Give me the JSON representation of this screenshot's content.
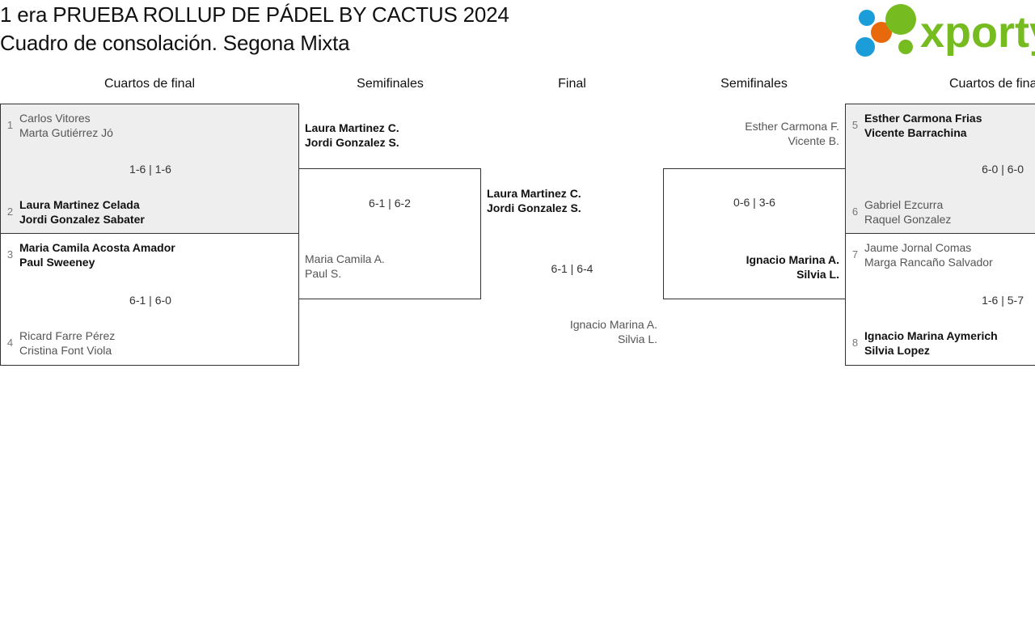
{
  "header": {
    "title_line1": "1 era PRUEBA ROLLUP DE PÁDEL BY CACTUS 2024",
    "title_line2": "Cuadro de consolación. Segona Mixta",
    "logo_text": "xporty",
    "logo_colors": {
      "green": "#76bc21",
      "blue": "#1b9dd9",
      "orange": "#e8690b"
    }
  },
  "round_headers": [
    {
      "label": "Cuartos de final"
    },
    {
      "label": "Semifinales"
    },
    {
      "label": "Final"
    },
    {
      "label": "Semifinales"
    },
    {
      "label": "Cuartos de final"
    }
  ],
  "bracket": {
    "left_quarterfinals": [
      {
        "score": "1-6 | 1-6",
        "top": {
          "seed": "1",
          "p1": "Carlos Vitores",
          "p2": "Marta Gutiérrez Jó",
          "result": "loser"
        },
        "bottom": {
          "seed": "2",
          "p1": "Laura Martinez Celada",
          "p2": "Jordi Gonzalez Sabater",
          "result": "winner"
        }
      },
      {
        "score": "6-1 | 6-0",
        "top": {
          "seed": "3",
          "p1": "Maria Camila Acosta Amador",
          "p2": "Paul Sweeney",
          "result": "winner"
        },
        "bottom": {
          "seed": "4",
          "p1": "Ricard Farre Pérez",
          "p2": "Cristina Font Viola",
          "result": "loser"
        }
      }
    ],
    "left_semifinal": {
      "score": "6-1 | 6-2",
      "top": {
        "p1": "Laura Martinez C.",
        "p2": "Jordi Gonzalez S.",
        "result": "winner"
      },
      "bottom": {
        "p1": "Maria Camila A.",
        "p2": "Paul S.",
        "result": "loser"
      }
    },
    "final": {
      "score": "6-1 | 6-4",
      "top": {
        "p1": "Laura Martinez C.",
        "p2": "Jordi Gonzalez S.",
        "result": "winner"
      },
      "bottom": {
        "p1": "Ignacio Marina A.",
        "p2": "Silvia L.",
        "result": "loser"
      }
    },
    "right_semifinal": {
      "score": "0-6 | 3-6",
      "top": {
        "p1": "Esther Carmona F.",
        "p2": "Vicente B.",
        "result": "loser"
      },
      "bottom": {
        "p1": "Ignacio Marina A.",
        "p2": "Silvia L.",
        "result": "winner"
      }
    },
    "right_quarterfinals": [
      {
        "score": "6-0 | 6-0",
        "top": {
          "seed": "5",
          "p1": "Esther Carmona Frias",
          "p2": "Vicente Barrachina",
          "result": "winner"
        },
        "bottom": {
          "seed": "6",
          "p1": "Gabriel Ezcurra",
          "p2": "Raquel Gonzalez",
          "result": "loser"
        }
      },
      {
        "score": "1-6 | 5-7",
        "top": {
          "seed": "7",
          "p1": "Jaume Jornal Comas",
          "p2": "Marga Rancaño Salvador",
          "result": "loser"
        },
        "bottom": {
          "seed": "8",
          "p1": "Ignacio Marina Aymerich",
          "p2": "Silvia Lopez",
          "result": "winner"
        }
      }
    ]
  }
}
